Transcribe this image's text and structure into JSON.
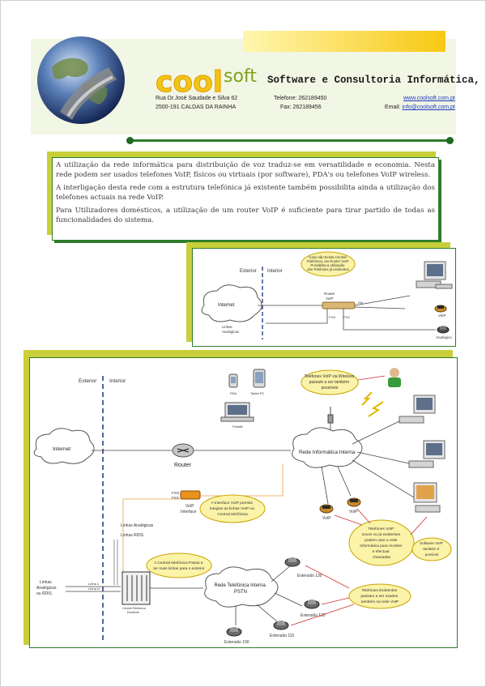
{
  "header": {
    "logo_text_cool": "cool",
    "logo_text_soft": "soft",
    "company_name": "Software e Consultoria Informática, Lda.",
    "address_line1": "Rua Dr.José Saudade e Silva 62",
    "address_line2": "2500-191 CALDAS DA RAINHA",
    "phone": "Telefone: 262189450",
    "fax": "Fax: 262189456",
    "website": "www.coolsoft.com.pt",
    "email_label": "Email:",
    "email": "info@coolsoft.com.pt"
  },
  "intro": {
    "paragraph1": "A utilização da rede informática para distribuição de voz traduz-se em versatilidade e economia. Nesta rede podem ser usados telefones VoIP, físicos ou virtuais (por software), PDA's ou telefones VoIP wireless.",
    "paragraph2": "A interligação desta rede com a estrutura telefónica já existente também possibilita ainda a utilização dos telefones actuais na rede VoIP.",
    "paragraph3": "Para Utilizadores domésticos, a utilização de um router VoIP é suficiente para tirar partido de todas as funcionalidades do sistema."
  },
  "diagram_small": {
    "exterior": "Exterior",
    "interior": "Interior",
    "note": [
      "Caso não Exista Central",
      "Telefónica, um Router VoIP",
      "Possibilita a utilização",
      "dos Telefones já existentes"
    ],
    "internet": "Internet",
    "router_label": [
      "Router",
      "VoIP"
    ],
    "eth": "Eth",
    "fxo": "FXO",
    "fxs": "FXS",
    "analog_lines": [
      "Linhas",
      "Analógicas"
    ],
    "voip": "VoIP",
    "analog": "Analógico"
  },
  "diagram_large": {
    "exterior": "Exterior",
    "interior": "Interior",
    "pda": "PDA",
    "tablet_pc": "Tablet PC",
    "portatil": "Portátil",
    "wireless_note": [
      "Telefones VoIP via Wireless",
      "passam a ser também",
      "possíveis"
    ],
    "internet": "Internet",
    "router": "Router",
    "internal_network": "Rede Informática Interna",
    "voip_interface": [
      "VoIP",
      "Interface"
    ],
    "fxo": "FXO",
    "fxs": "FXS",
    "interface_note": [
      "A Interface VoIP permite",
      "Integrar as linhas VoIP na",
      "Central telefónica"
    ],
    "analog_lines": "Linhas Analógicas",
    "rdis_lines": "Linhas RDIS",
    "voip_phone_1": "VoIP",
    "voip_phone_2": "VoIP",
    "phones_note": [
      "Telefones VoIP",
      "novos ou já existentes",
      "podem usar a rede",
      "Informática para receber",
      "e efectuar",
      "chamadas"
    ],
    "software_note": [
      "Software VoIP",
      "também é",
      "possível"
    ],
    "central_note": [
      "A Central telefónica Passa a",
      "ter mais linhas para o exterior"
    ],
    "external_lines": [
      "Linhas",
      "Analógicas",
      "ou RDIS"
    ],
    "linha1": "Linha 1",
    "linha_n": "Linha N",
    "central_label": [
      "Central Telefónica",
      "Existente"
    ],
    "pstn_network": [
      "Rede Telefónica Interna",
      "PSTN"
    ],
    "ext130": "Extensão 130",
    "ext120": "Extensão 120",
    "ext110": "Extensão 110",
    "ext100": "Extensão 100",
    "existing_phones_note": [
      "Telefones Existentes",
      "passam a ser usados",
      "também na rede VoIP"
    ]
  }
}
